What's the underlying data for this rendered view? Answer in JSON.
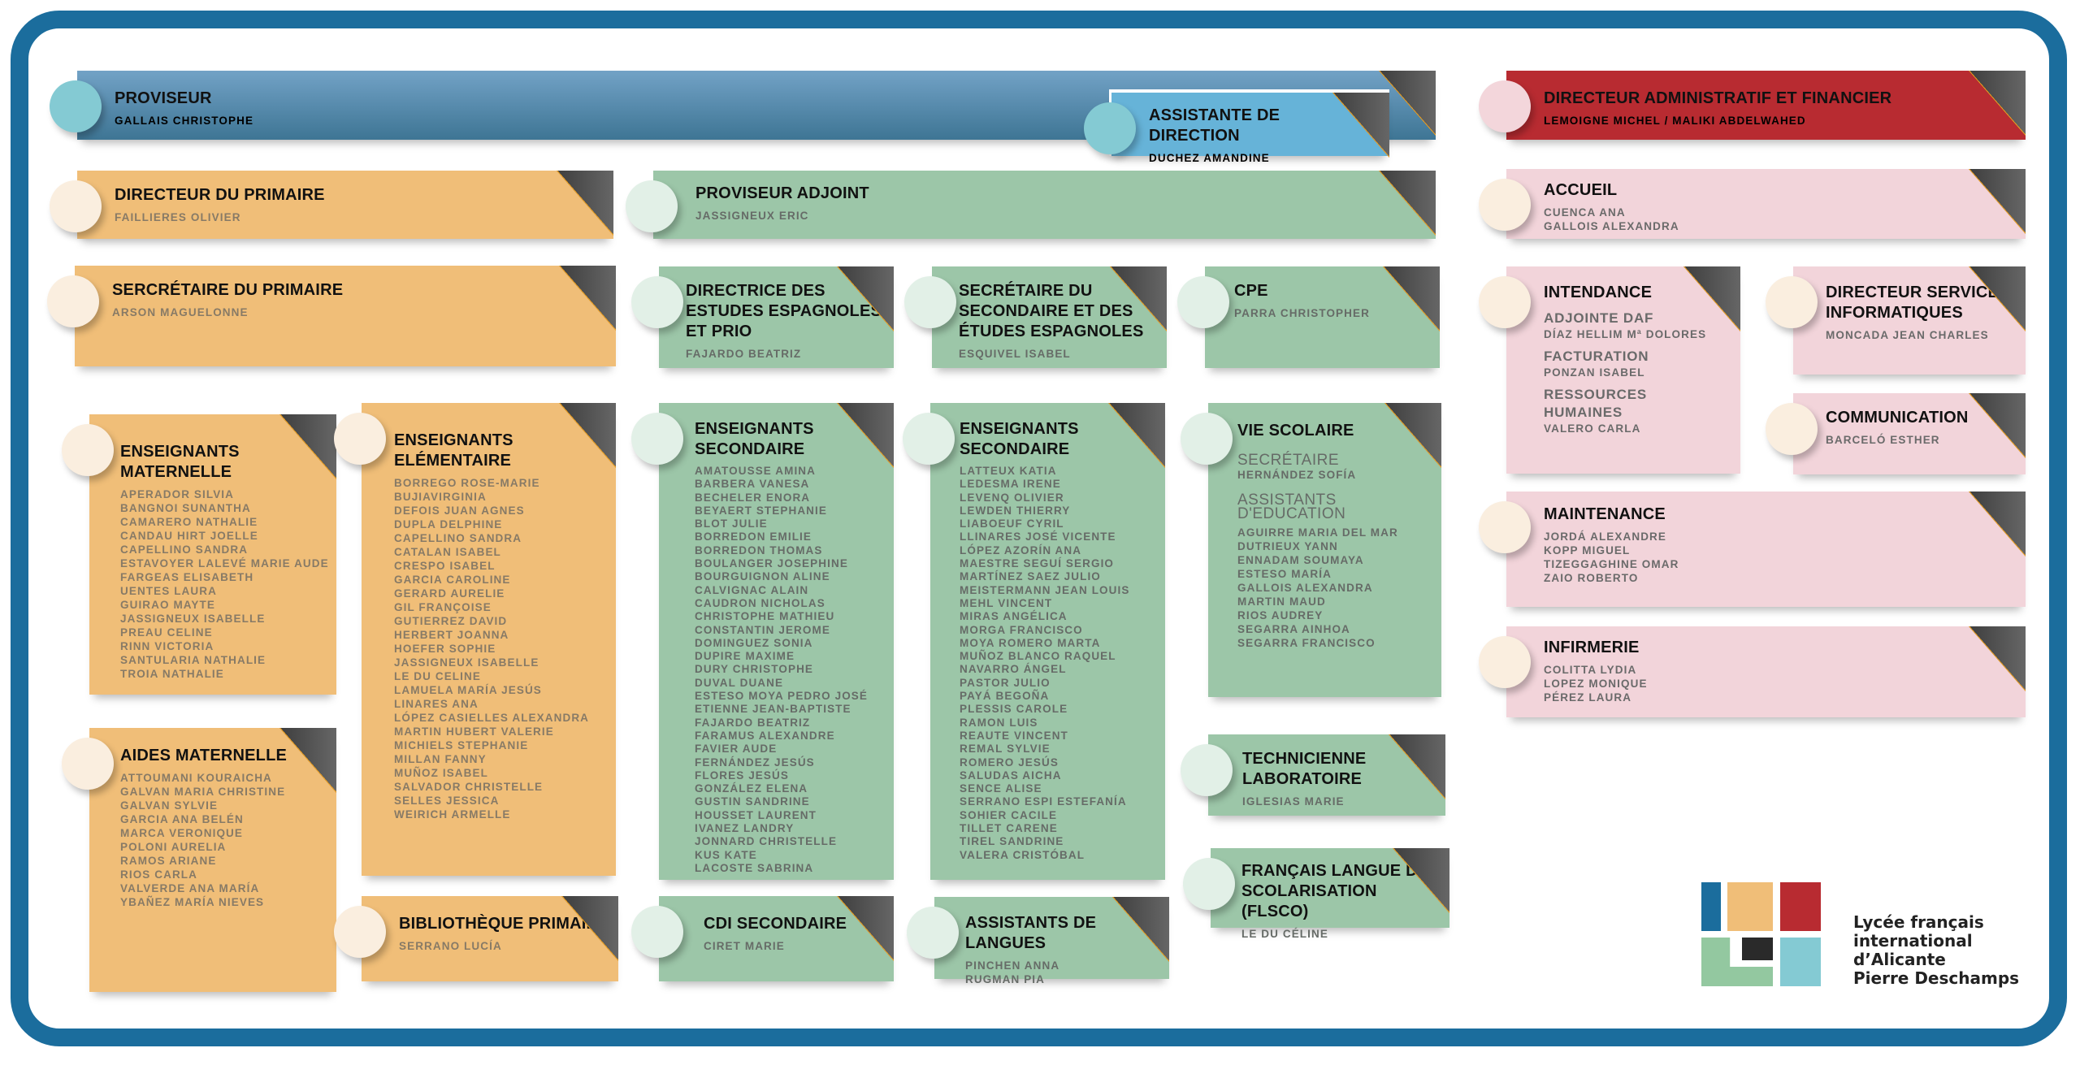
{
  "cards": {
    "proviseur": {
      "title": "PROVISEUR",
      "names": [
        "GALLAIS CHRISTOPHE"
      ]
    },
    "assistante": {
      "title": "ASSISTANTE DE DIRECTION",
      "names": [
        "DUCHEZ AMANDINE"
      ]
    },
    "daf": {
      "title": "DIRECTEUR ADMINISTRATIF ET FINANCIER",
      "names": [
        "LEMOIGNE MICHEL / MALIKI ABDELWAHED"
      ]
    },
    "directeur_primaire": {
      "title": "DIRECTEUR DU PRIMAIRE",
      "names": [
        "FAILLIERES OLIVIER"
      ]
    },
    "proviseur_adjoint": {
      "title": "PROVISEUR ADJOINT",
      "names": [
        "JASSIGNEUX ERIC"
      ]
    },
    "accueil": {
      "title": "ACCUEIL",
      "names": [
        "CUENCA ANA",
        "GALLOIS ALEXANDRA"
      ]
    },
    "secretaire_primaire": {
      "title": "SERCRÉTAIRE DU PRIMAIRE",
      "names": [
        "ARSON MAGUELONNE"
      ]
    },
    "directrice_estudes": {
      "title": "DIRECTRICE   DES ESTUDES ESPAGNOLES ET PRIO",
      "names": [
        "FAJARDO BEATRIZ"
      ]
    },
    "secretaire_secondaire": {
      "title": "SECRÉTAIRE DU SECONDAIRE ET DES ÉTUDES ESPAGNOLES",
      "names": [
        "ESQUIVEL ISABEL"
      ]
    },
    "cpe": {
      "title": "CPE",
      "names": [
        "PARRA CHRISTOPHER"
      ]
    },
    "intendance": {
      "title": "INTENDANCE",
      "sections": [
        {
          "label": "ADJOINTE DAF",
          "names": [
            "DÍAZ HELLIM Mª DOLORES"
          ]
        },
        {
          "label": "FACTURATION",
          "names": [
            "PONZAN ISABEL"
          ]
        },
        {
          "label": "RESSOURCES HUMAINES",
          "names": [
            "VALERO CARLA"
          ]
        }
      ]
    },
    "services_info": {
      "title": "DIRECTEUR SERVICES INFORMATIQUES",
      "names": [
        "MONCADA JEAN CHARLES"
      ]
    },
    "communication": {
      "title": "COMMUNICATION",
      "names": [
        "BARCELÓ ESTHER"
      ]
    },
    "enseignants_maternelle": {
      "title": "ENSEIGNANTS MATERNELLE",
      "names": [
        "APERADOR SILVIA",
        "BANGNOI SUNANTHA",
        "CAMARERO NATHALIE",
        "CANDAU HIRT JOELLE",
        "CAPELLINO SANDRA",
        "ESTAVOYER LALEVÉ MARIE AUDE",
        "FARGEAS ELISABETH",
        "UENTES LAURA",
        "GUIRAO MAYTE",
        "JASSIGNEUX ISABELLE",
        "PREAU CELINE",
        "RINN VICTORIA",
        "SANTULARIA NATHALIE",
        "TROIA NATHALIE"
      ]
    },
    "enseignants_elementaire": {
      "title": "ENSEIGNANTS ELÉMENTAIRE",
      "names": [
        "BORREGO ROSE-MARIE",
        "BUJIAVIRGINIA",
        "DEFOIS JUAN AGNES",
        "DUPLA DELPHINE",
        "CAPELLINO SANDRA",
        "CATALAN ISABEL",
        "CRESPO ISABEL",
        "GARCIA CAROLINE",
        "GERARD AURELIE",
        "GIL FRANÇOISE",
        "GUTIERREZ DAVID",
        "HERBERT JOANNA",
        "HOEFER SOPHIE",
        "JASSIGNEUX ISABELLE",
        "LE DU CELINE",
        "LAMUELA MARÍA JESÚS",
        "LINARES ANA",
        "LÓPEZ CASIELLES ALEXANDRA",
        "MARTIN HUBERT VALERIE",
        "MICHIELS STEPHANIE",
        "MILLAN FANNY",
        "MUÑOZ ISABEL",
        "SALVADOR CHRISTELLE",
        "SELLES JESSICA",
        "WEIRICH ARMELLE"
      ]
    },
    "enseignants_secondaire_1": {
      "title": "ENSEIGNANTS SECONDAIRE",
      "names": [
        "AMATOUSSE AMINA",
        "BARBERA VANESA",
        "BECHELER ENORA",
        "BEYAERT STEPHANIE",
        "BLOT JULIE",
        "BORREDON EMILIE",
        "BORREDON THOMAS",
        "BOULANGER JOSEPHINE",
        "BOURGUIGNON ALINE",
        "CALVIGNAC ALAIN",
        "CAUDRON NICHOLAS",
        "CHRISTOPHE MATHIEU",
        "CONSTANTIN JEROME",
        "DOMINGUEZ SONIA",
        "DUPIRE MAXIME",
        "DURY CHRISTOPHE",
        "DUVAL DUANE",
        "ESTESO MOYA PEDRO JOSÉ",
        "ETIENNE JEAN-BAPTISTE",
        "FAJARDO BEATRIZ",
        "FARAMUS ALEXANDRE",
        "FAVIER AUDE",
        "FERNÁNDEZ JESÚS",
        "FLORES JESÚS",
        "GONZÁLEZ ELENA",
        "GUSTIN SANDRINE",
        "HOUSSET LAURENT",
        "IVANEZ LANDRY",
        "JONNARD CHRISTELLE",
        "KUS KATE",
        "LACOSTE SABRINA"
      ]
    },
    "enseignants_secondaire_2": {
      "title": "ENSEIGNANTS SECONDAIRE",
      "names": [
        "LATTEUX KATIA",
        "LEDESMA IRENE",
        "LEVENQ OLIVIER",
        "LEWDEN THIERRY",
        "LIABOEUF CYRIL",
        "LLINARES JOSÉ VICENTE",
        "LÓPEZ AZORÍN ANA",
        "MAESTRE SEGUÍ SERGIO",
        "MARTÍNEZ SAEZ JULIO",
        "MEISTERMANN JEAN LOUIS",
        "MEHL VINCENT",
        "MIRAS ANGÉLICA",
        "MORGA FRANCISCO",
        "MOYA ROMERO MARTA",
        "MUÑOZ BLANCO RAQUEL",
        "NAVARRO ÁNGEL",
        "PASTOR JULIO",
        "PAYÁ BEGOÑA",
        "PLESSIS CAROLE",
        "RAMON LUIS",
        "REAUTE VINCENT",
        "REMAL SYLVIE",
        "ROMERO JESÚS",
        "SALUDAS AICHA",
        "SENCE ALISE",
        "SERRANO ESPI ESTEFANÍA",
        "SOHIER CACILE",
        "TILLET CARENE",
        "TIREL SANDRINE",
        "VALERA CRISTÓBAL"
      ]
    },
    "vie_scolaire": {
      "title": "VIE SCOLAIRE",
      "secretaire_label": "SECRÉTAIRE",
      "secretaire": "HERNÁNDEZ SOFÍA",
      "assistants_label": "ASSISTANTS D'EDUCATION",
      "names": [
        "AGUIRRE MARIA DEL MAR",
        "DUTRIEUX YANN",
        "ENNADAM SOUMAYA",
        "ESTESO MARÍA",
        "GALLOIS ALEXANDRA",
        "MARTIN MAUD",
        "RIOS AUDREY",
        "SEGARRA AINHOA",
        "SEGARRA FRANCISCO"
      ]
    },
    "maintenance": {
      "title": "MAINTENANCE",
      "names": [
        "JORDÁ ALEXANDRE",
        "KOPP MIGUEL",
        "TIZEGGAGHINE OMAR",
        "ZAIO ROBERTO"
      ]
    },
    "infirmerie": {
      "title": "INFIRMERIE",
      "names": [
        "COLITTA LYDIA",
        "LOPEZ MONIQUE",
        "PÉREZ LAURA"
      ]
    },
    "aides_maternelle": {
      "title": "AIDES MATERNELLE",
      "names": [
        "ATTOUMANI KOURAICHA",
        "GALVAN MARIA CHRISTINE",
        "GALVAN SYLVIE",
        "GARCIA ANA BELÉN",
        "MARCA VERONIQUE",
        "POLONI AURELIA",
        "RAMOS ARIANE",
        "RIOS CARLA",
        "VALVERDE ANA MARÍA",
        "YBAÑEZ MARÍA NIEVES"
      ]
    },
    "bibliotheque": {
      "title": "BIBLIOTHÈQUE PRIMAIRE",
      "names": [
        "SERRANO LUCÍA"
      ]
    },
    "cdi": {
      "title": "CDI SECONDAIRE",
      "names": [
        "CIRET MARIE"
      ]
    },
    "assistants_langues": {
      "title": "ASSISTANTS DE LANGUES",
      "names": [
        "PINCHEN ANNA",
        "RUGMAN PIA"
      ]
    },
    "technicienne": {
      "title": "TECHNICIENNE LABORATOIRE",
      "names": [
        "IGLESIAS MARIE"
      ]
    },
    "flsco": {
      "title": "FRANÇAIS LANGUE DE SCOLARISATION (FLSCO)",
      "names": [
        "LE DU CÉLINE"
      ]
    }
  },
  "logo": {
    "lines": [
      "Lycée français",
      "international",
      "d’Alicante",
      "Pierre Deschamps"
    ],
    "colors": {
      "blue": "#1b6d9d",
      "orange": "#f0be78",
      "red": "#b82b31",
      "green": "#93c8a0",
      "black": "#2a2a2a",
      "cyan": "#84cad3"
    }
  }
}
